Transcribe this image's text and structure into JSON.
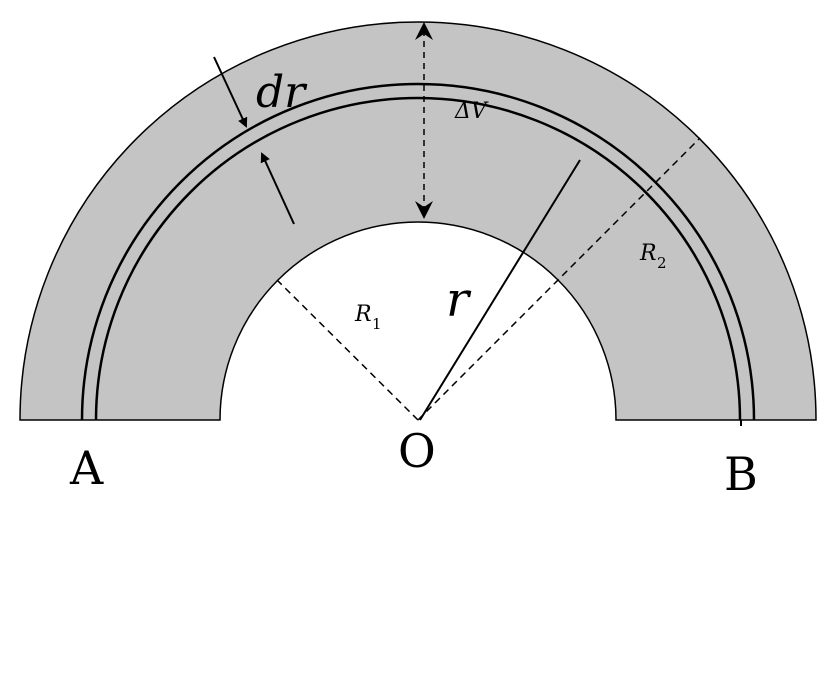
{
  "labels": {
    "point_a": "A",
    "point_o": "O",
    "point_b": "B",
    "radius_r": "r",
    "thickness_dr": "dr",
    "r1": "R",
    "r1_sub": "1",
    "r2": "R",
    "r2_sub": "2",
    "delta_v": "ΔV"
  },
  "colors": {
    "shell_fill": "#c4c4c4",
    "line": "#000000",
    "background": "#ffffff"
  }
}
